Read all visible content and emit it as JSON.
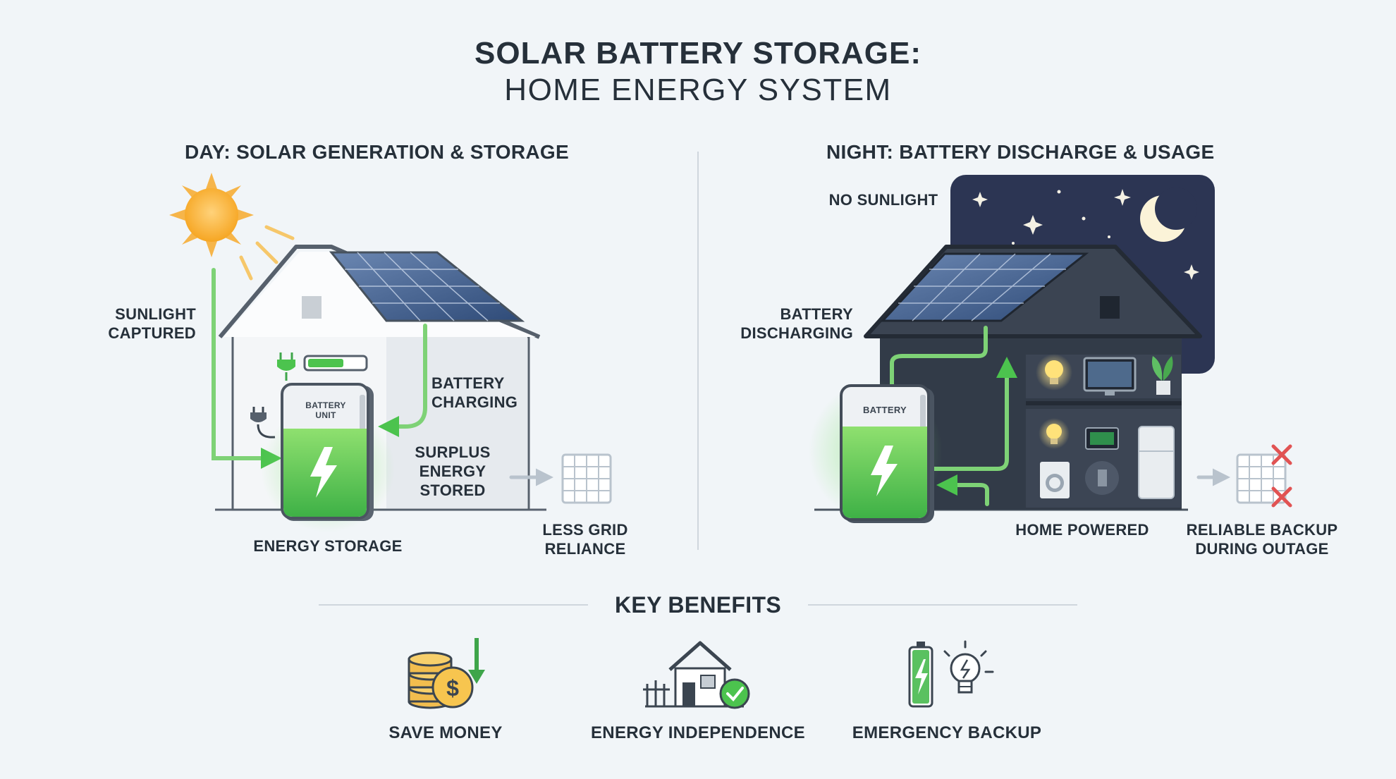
{
  "title": {
    "line1": "SOLAR BATTERY STORAGE:",
    "line2": "HOME ENERGY SYSTEM"
  },
  "day": {
    "heading": "DAY: SOLAR GENERATION & STORAGE",
    "sunlight_captured": [
      "SUNLIGHT",
      "CAPTURED"
    ],
    "battery_charging": [
      "BATTERY",
      "CHARGING"
    ],
    "surplus_stored": [
      "SURPLUS",
      "ENERGY",
      "STORED"
    ],
    "battery_unit": [
      "BATTERY",
      "UNIT"
    ],
    "energy_storage": "ENERGY STORAGE",
    "less_grid": [
      "LESS GRID",
      "RELIANCE"
    ]
  },
  "night": {
    "heading": "NIGHT: BATTERY DISCHARGE & USAGE",
    "no_sunlight": "NO SUNLIGHT",
    "battery_discharging": [
      "BATTERY",
      "DISCHARGING"
    ],
    "battery_unit": "BATTERY",
    "home_powered": "HOME POWERED",
    "reliable_backup": [
      "RELIABLE BACKUP",
      "DURING OUTAGE"
    ]
  },
  "benefits": {
    "heading": "KEY BENEFITS",
    "items": [
      {
        "label": "SAVE MONEY",
        "icon": "coins-dollar-icon"
      },
      {
        "label": "ENERGY INDEPENDENCE",
        "icon": "house-check-icon"
      },
      {
        "label": "EMERGENCY BACKUP",
        "icon": "battery-bulb-icon"
      }
    ]
  },
  "colors": {
    "background": "#f1f5f8",
    "text": "#26303a",
    "green": "#4cc34e",
    "sun": "#f6a623",
    "night_sky": "#2c3553",
    "house_dark": "#313a47",
    "alert_red": "#e15353"
  }
}
